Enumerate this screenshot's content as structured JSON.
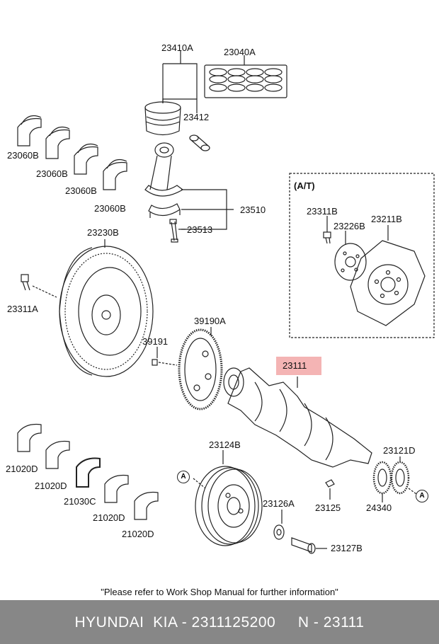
{
  "labels": {
    "p23410A": "23410A",
    "p23040A": "23040A",
    "p23412": "23412",
    "p23060B": "23060B",
    "p23510": "23510",
    "p23513": "23513",
    "at": "(A/T)",
    "p23311B": "23311B",
    "p23226B": "23226B",
    "p23211B": "23211B",
    "p23230B": "23230B",
    "p23311A": "23311A",
    "p39190A": "39190A",
    "p39191": "39191",
    "p23111": "23111",
    "p23124B": "23124B",
    "p23121D": "23121D",
    "p23126A": "23126A",
    "p23125": "23125",
    "p24340": "24340",
    "p23127B": "23127B",
    "p21020D": "21020D",
    "p21030C": "21030C",
    "ref_a": "A"
  },
  "note": "\"Please refer to Work Shop Manual for further information\"",
  "footer": "HYUNDAI  KIA - 2311125200     N - 23111",
  "colors": {
    "highlight": "#f4b4b4",
    "footer_bg": "#878787",
    "footer_text": "#ffffff"
  }
}
